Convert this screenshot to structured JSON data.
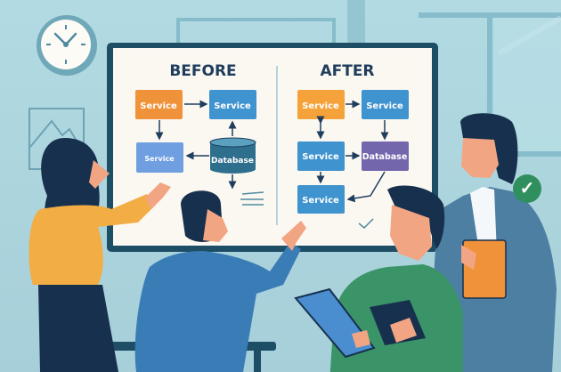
{
  "scene": {
    "description": "Team reviewing architecture diagram on whiteboard",
    "colors": {
      "wall": "#a9d3dc",
      "board_frame": "#1e4d66",
      "board_surface": "#fbf8f2",
      "service_orange": "#f0923a",
      "service_blue": "#3f93cf",
      "service_light_blue": "#6f9fe0",
      "database_teal": "#2f6f8e",
      "database_purple": "#7466ad",
      "checkmark_green": "#2f8f5e"
    }
  },
  "whiteboard": {
    "before": {
      "title": "BEFORE",
      "nodes": [
        {
          "id": "svc1",
          "label": "Service",
          "color": "orange"
        },
        {
          "id": "svc2",
          "label": "Service",
          "color": "blue"
        },
        {
          "id": "svc3",
          "label": "Service",
          "color": "light-blue"
        },
        {
          "id": "db",
          "label": "Database",
          "shape": "cylinder"
        }
      ]
    },
    "after": {
      "title": "AFTER",
      "nodes": [
        {
          "id": "svc1",
          "label": "Service",
          "color": "orange"
        },
        {
          "id": "svc2",
          "label": "Service",
          "color": "blue"
        },
        {
          "id": "svc3",
          "label": "Service",
          "color": "blue"
        },
        {
          "id": "db",
          "label": "Database",
          "color": "purple"
        },
        {
          "id": "svc4",
          "label": "Service",
          "color": "blue"
        }
      ]
    }
  },
  "clock": {
    "time_shown": "10:10"
  },
  "people": [
    {
      "name": "woman-yellow-sweater",
      "pose": "gesturing toward board"
    },
    {
      "name": "man-blue-shirt",
      "pose": "pointing at board"
    },
    {
      "name": "man-green-sweater",
      "pose": "holding tablet, smiling"
    },
    {
      "name": "man-suit",
      "pose": "holding orange folder, smiling"
    }
  ],
  "badges": {
    "check": "✓"
  }
}
